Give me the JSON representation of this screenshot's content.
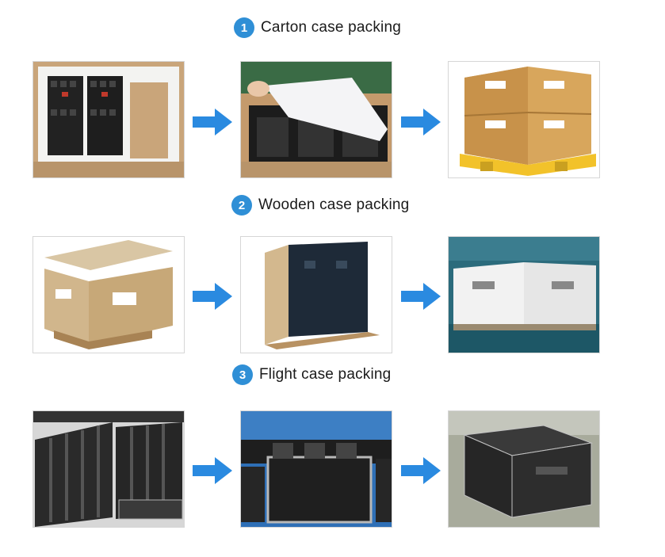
{
  "sections": [
    {
      "number": "1",
      "title": "Carton case packing"
    },
    {
      "number": "2",
      "title": "Wooden case packing"
    },
    {
      "number": "3",
      "title": "Flight case packing"
    }
  ],
  "colors": {
    "accent": "#2f8fd6",
    "arrow": "#2a8ae0"
  },
  "icons": {
    "arrow": "right-arrow-icon"
  }
}
